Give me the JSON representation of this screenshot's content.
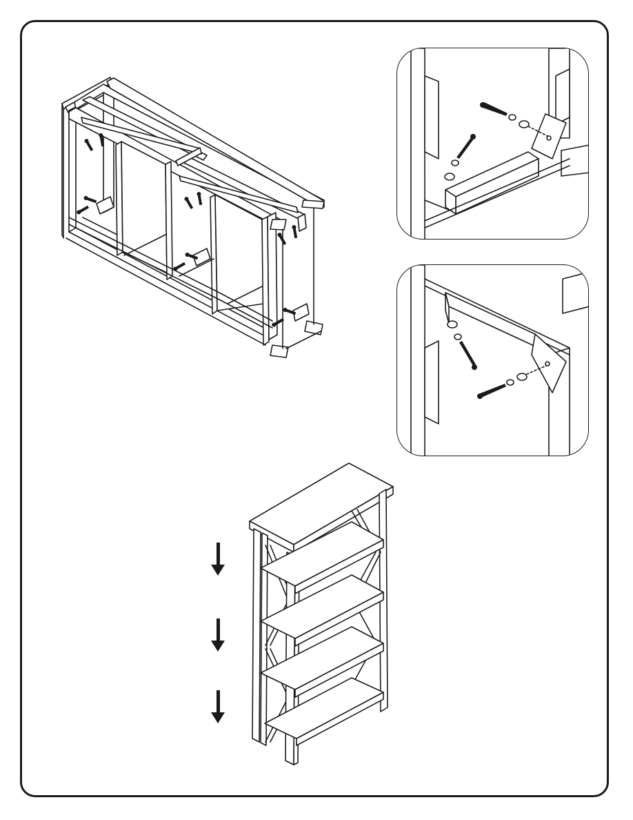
{
  "page": {
    "type": "assembly-instruction-page",
    "text": []
  },
  "views": {
    "frame_assembly": {
      "icon": "bookcase-frame-upside-down-with-screws"
    },
    "detail_top": {
      "icon": "bolt-lock-washer-flat-washer-detail"
    },
    "detail_bottom": {
      "icon": "bolt-lock-washer-flat-washer-detail"
    },
    "finished_bookcase": {
      "icon": "assembled-bookcase-4-shelves"
    },
    "arrows": [
      {
        "icon": "arrow-down-icon"
      },
      {
        "icon": "arrow-down-icon"
      },
      {
        "icon": "arrow-down-icon"
      }
    ]
  },
  "colors": {
    "line": "#1a1a1a",
    "background": "#ffffff"
  }
}
